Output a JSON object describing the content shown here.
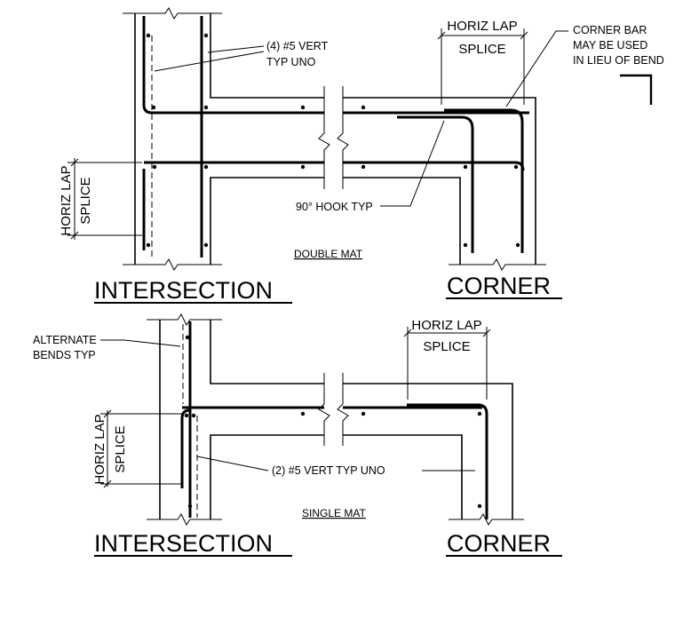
{
  "top": {
    "vert_note_line1": "(4) #5 VERT",
    "vert_note_line2": "TYP UNO",
    "corner_lap_line1": "HORIZ LAP",
    "corner_lap_line2": "SPLICE",
    "corner_bar_line1": "CORNER BAR",
    "corner_bar_line2": "MAY BE USED",
    "corner_bar_line3": "IN LIEU OF BEND",
    "hook_note": "90° HOOK TYP",
    "side_lap_line1": "HORIZ LAP",
    "side_lap_line2": "SPLICE",
    "mat_label": "DOUBLE MAT",
    "title_intersection": "INTERSECTION",
    "title_corner": "CORNER"
  },
  "bottom": {
    "alt_bends_line1": "ALTERNATE",
    "alt_bends_line2": "BENDS TYP",
    "corner_lap_line1": "HORIZ LAP",
    "corner_lap_line2": "SPLICE",
    "side_lap_line1": "HORIZ LAP",
    "side_lap_line2": "SPLICE",
    "vert_note": "(2) #5 VERT TYP UNO",
    "mat_label": "SINGLE MAT",
    "title_intersection": "INTERSECTION",
    "title_corner": "CORNER"
  }
}
